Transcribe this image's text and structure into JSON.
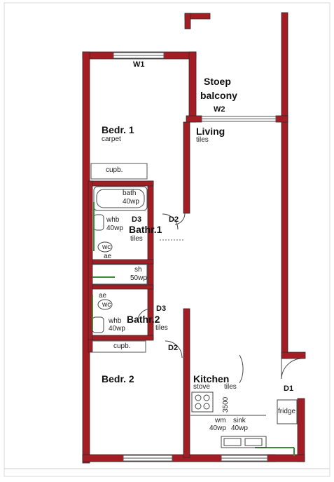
{
  "colors": {
    "wall": "#a51d24",
    "wall_outline": "#2b2b2b",
    "fixture": "#444444",
    "pipe": "#3a8a3a"
  },
  "rooms": {
    "stoep": {
      "line1": "Stoep",
      "line2": "balcony"
    },
    "bedroom1": {
      "name": "Bedr. 1",
      "finish": "carpet"
    },
    "living": {
      "name": "Living",
      "finish": "tiles"
    },
    "bathroom1": {
      "name": "Bathr.1",
      "finish": "tiles"
    },
    "bathroom2": {
      "name": "Bathr.2",
      "finish": "tiles"
    },
    "bedroom2": {
      "name": "Bedr. 2"
    },
    "kitchen": {
      "name": "Kitchen"
    }
  },
  "doors": {
    "d1": "D1",
    "d2_top": "D2",
    "d2_bottom": "D2",
    "d3_top": "D3",
    "d3_bottom": "D3"
  },
  "windows": {
    "w1": "W1",
    "w2": "W2"
  },
  "fixtures": {
    "cupb_top": "cupb.",
    "cupb_bottom": "cupb.",
    "bath": {
      "line1": "bath",
      "line2": "40wp"
    },
    "whb1": {
      "line1": "whb",
      "line2": "40wp"
    },
    "wc1": "wc",
    "ae1": "ae",
    "sh": {
      "line1": "sh",
      "line2": "50wp"
    },
    "ae2": "ae",
    "wc2": "wc",
    "whb2": {
      "line1": "whb",
      "line2": "40wp"
    },
    "stove": "stove",
    "kitchen_tiles": "tiles",
    "dimension": "3500",
    "wm": {
      "line1": "wm",
      "line2": "40wp"
    },
    "sink": {
      "line1": "sink",
      "line2": "40wp"
    },
    "fridge": "fridge"
  }
}
